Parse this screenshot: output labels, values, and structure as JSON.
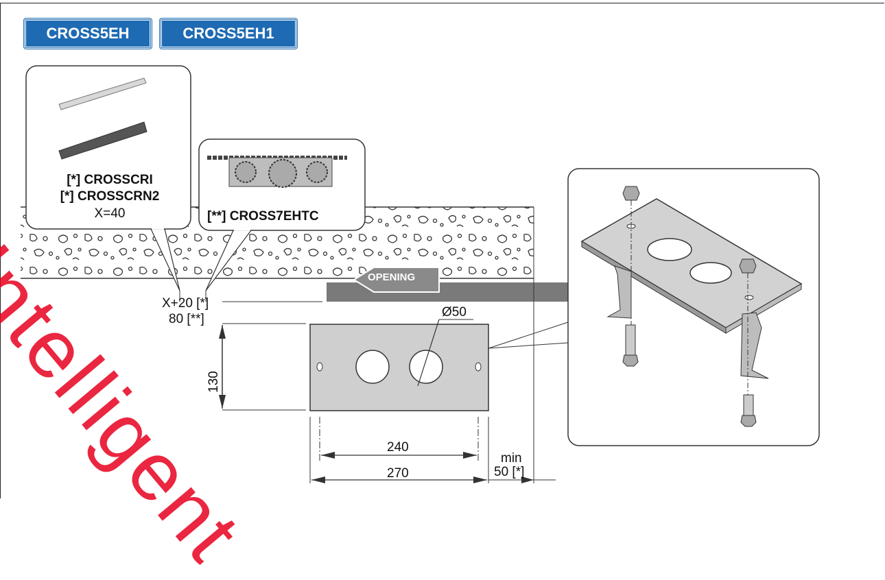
{
  "badges": [
    "CROSS5EH",
    "CROSS5EH1"
  ],
  "callout_rack": {
    "line1": "[*] CROSSCRI",
    "line2": "[*] CROSSCRN2",
    "line3": "X=40"
  },
  "callout_chain": {
    "label": "[**] CROSS7EHTC"
  },
  "arrow_label": "OPENING",
  "dims": {
    "offset_rack": "X+20 [*]",
    "offset_chain": "80 [**]",
    "height": "130",
    "hole_diameter": "Ø50",
    "hole_spacing": "240",
    "plate_width": "270",
    "min_label": "min",
    "min_value": "50 [*]"
  },
  "watermark": "Intelligent",
  "colors": {
    "badge": "#1e6bb3",
    "plate": "#cfcfcf",
    "watermark": "#e6001e"
  }
}
